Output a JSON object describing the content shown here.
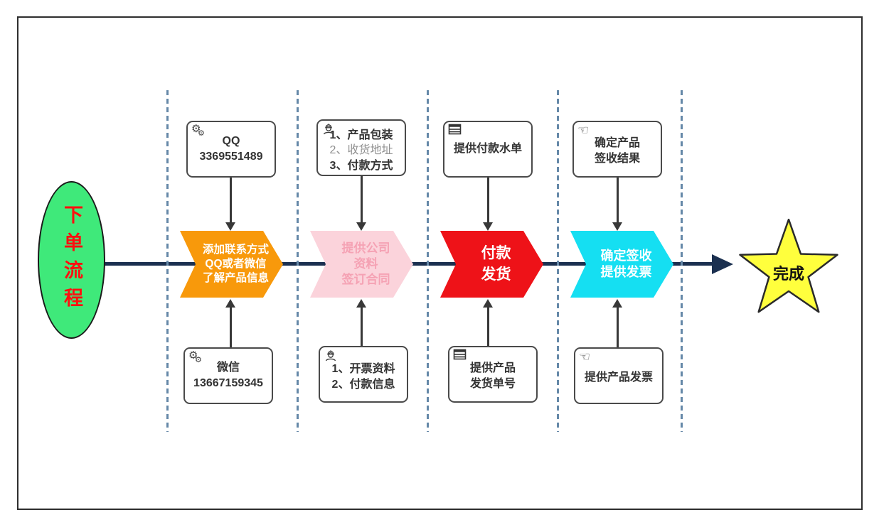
{
  "diagram": {
    "start": {
      "label": "下单流程",
      "fill": "#3FE97A",
      "text_color": "#FF0F0F"
    },
    "end": {
      "label": "完成",
      "fill": "#FFFF3D"
    },
    "colors": {
      "main_line": "#1B3050",
      "dashed_divider": "#6588A8",
      "connector": "#383838",
      "note_border": "#4A4A4A",
      "frame_border": "#2E2E2E"
    },
    "steps": [
      {
        "label": "添加联系方式\nQQ或者微信\n了解产品信息",
        "fill": "#F8990B",
        "label_color": "#FFFFFF",
        "top_note": {
          "icon": "gears-icon",
          "line1": "QQ",
          "line2": "3369551489"
        },
        "bottom_note": {
          "icon": "gears-icon",
          "line1": "微信",
          "line2": "13667159345"
        }
      },
      {
        "label": "提供公司\n资料\n签订合同",
        "fill": "#FBD3DB",
        "label_color": "#F5A2B4",
        "top_note": {
          "icon": "worker-icon",
          "line1": "1、产品包装",
          "line2": "2、收货地址",
          "line3": "3、付款方式"
        },
        "bottom_note": {
          "icon": "worker-icon",
          "line1": "1、开票资料",
          "line2": "2、付款信息"
        }
      },
      {
        "label": "付款\n发货",
        "fill": "#EE1218",
        "label_color": "#FFFFFF",
        "top_note": {
          "icon": "table-icon",
          "line1": "提供付款水单"
        },
        "bottom_note": {
          "icon": "table-icon",
          "line1": "提供产品",
          "line2": "发货单号"
        }
      },
      {
        "label": "确定签收\n提供发票",
        "fill": "#15DFF2",
        "label_color": "#FFFFFF",
        "top_note": {
          "icon": "hand-point-icon",
          "line1": "确定产品",
          "line2": "签收结果"
        },
        "bottom_note": {
          "icon": "hand-point-icon",
          "line1": "提供产品发票"
        }
      }
    ]
  }
}
